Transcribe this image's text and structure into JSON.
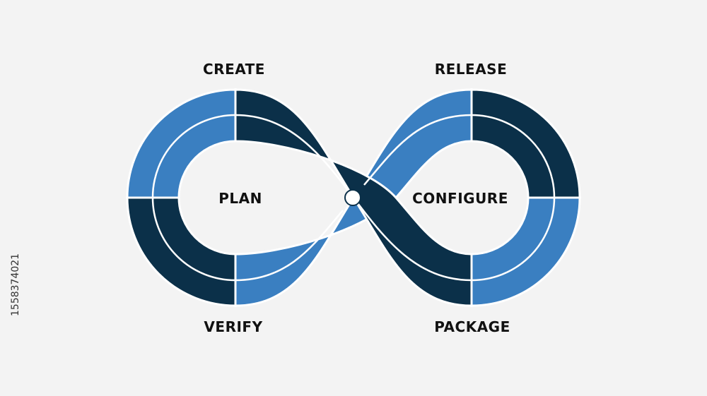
{
  "labels": {
    "create": "CREATE",
    "release": "RELEASE",
    "plan": "PLAN",
    "configure": "CONFIGURE",
    "verify": "VERIFY",
    "package": "PACKAGE"
  },
  "stock_id": "1558374021",
  "colors": {
    "background": "#f3f3f3",
    "light_blue": "#3a7fc1",
    "dark_navy": "#0b3049",
    "separator": "#ffffff",
    "text": "#111111"
  }
}
